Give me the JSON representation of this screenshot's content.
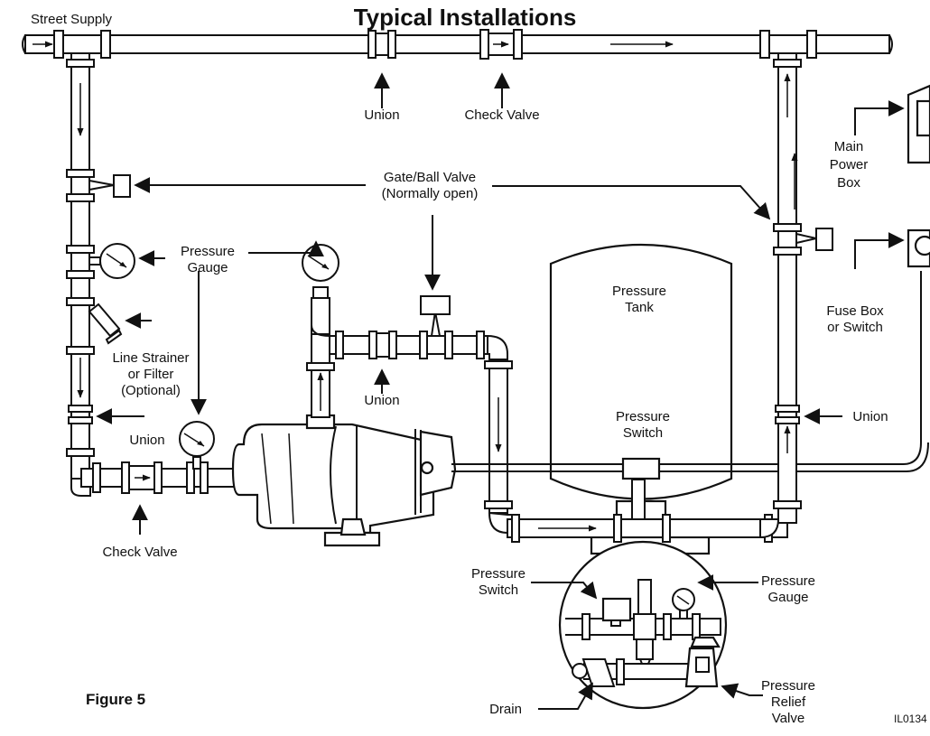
{
  "title": "Typical Installations",
  "figure_label": "Figure 5",
  "image_code": "IL0134",
  "labels": {
    "street_supply": "Street Supply",
    "union_top": "Union",
    "check_valve_top": "Check Valve",
    "main_power_box": [
      "Main",
      "Power",
      "Box"
    ],
    "gate_ball_valve": [
      "Gate/Ball Valve",
      "(Normally open)"
    ],
    "pressure_gauge": [
      "Pressure",
      "Gauge"
    ],
    "pressure_tank": [
      "Pressure",
      "Tank"
    ],
    "fuse_box": [
      "Fuse Box",
      "or Switch"
    ],
    "line_strainer": [
      "Line Strainer",
      "or Filter",
      "(Optional)"
    ],
    "union_mid": "Union",
    "union_left": "Union",
    "union_right": "Union",
    "pressure_switch": [
      "Pressure",
      "Switch"
    ],
    "check_valve_bottom": "Check Valve",
    "detail_pressure_switch": [
      "Pressure",
      "Switch"
    ],
    "detail_pressure_gauge": [
      "Pressure",
      "Gauge"
    ],
    "drain": "Drain",
    "pressure_relief_valve": [
      "Pressure",
      "Relief",
      "Valve"
    ]
  }
}
